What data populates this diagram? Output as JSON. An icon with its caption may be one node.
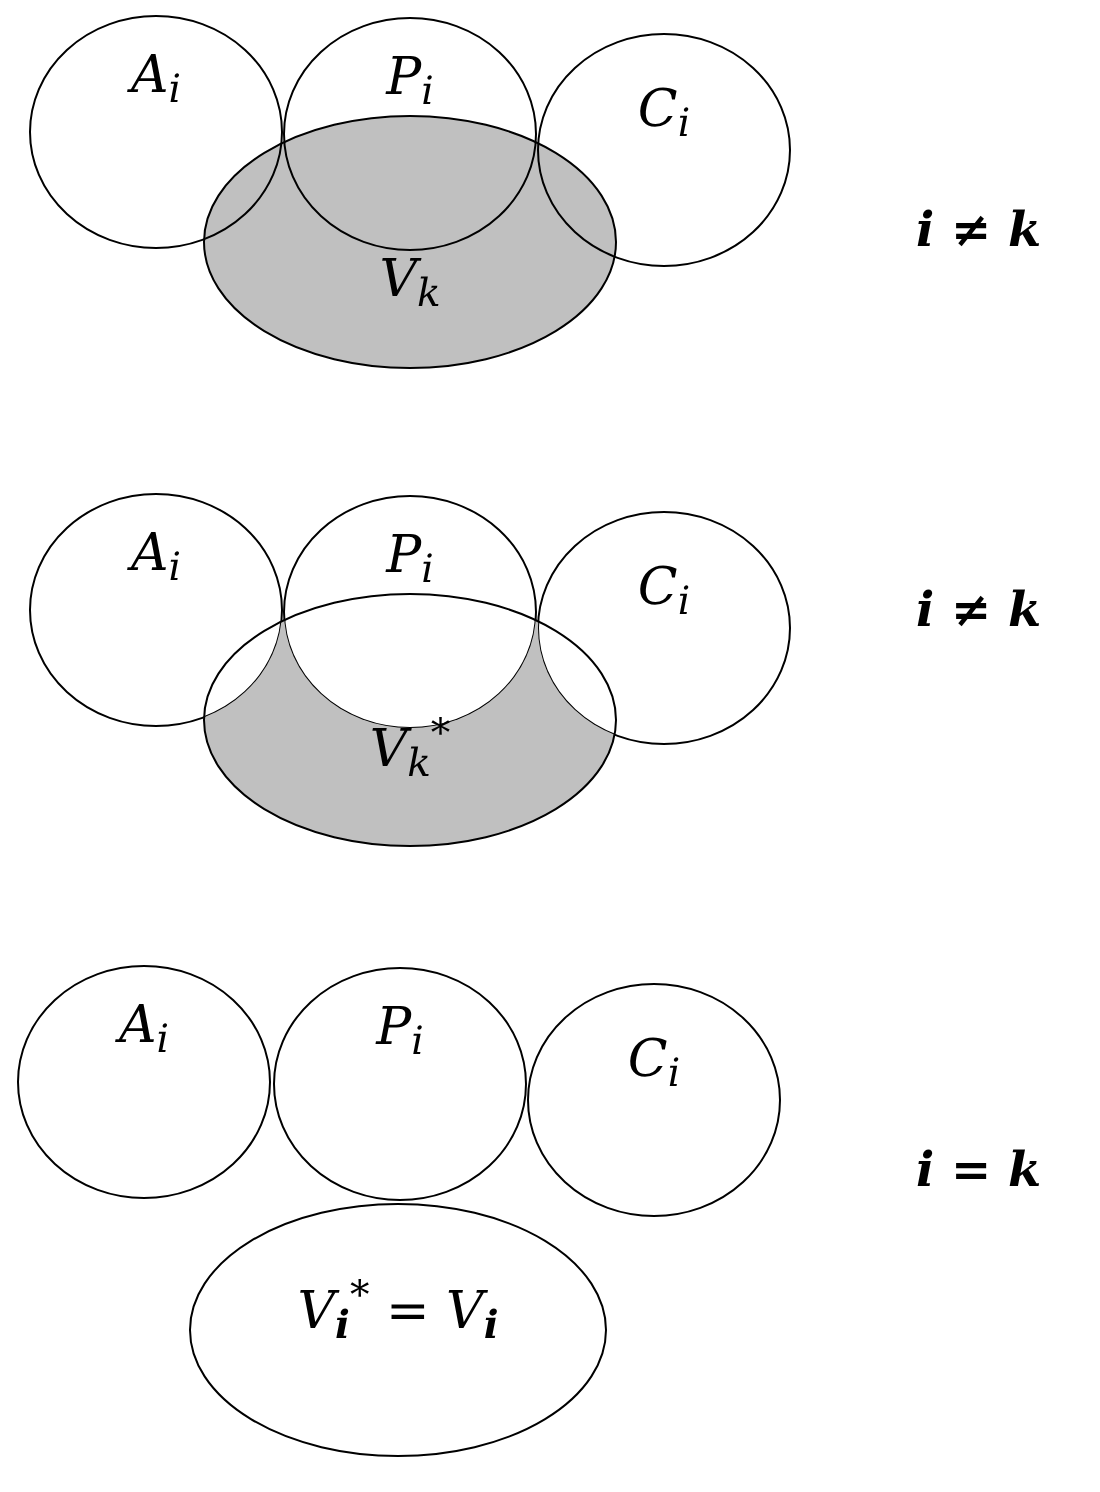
{
  "diagram": {
    "nodes": [
      {
        "text": [
          "A$_{i}$"
        ]
      },
      {
        "text": [
          "P$_{i}$"
        ]
      },
      {
        "text": [
          "C$_{i}$"
        ]
      },
      {
        "text": [
          "V$_{k}$"
        ]
      },
      {
        "text": [
          "A$_{i}$"
        ]
      },
      {
        "text": [
          "P$_{i}$"
        ]
      },
      {
        "text": [
          "C$_{i}$"
        ]
      },
      {
        "text": [
          "V$_{k}$$^{*}$"
        ]
      },
      {
        "text": [
          "A$_{i}$"
        ]
      },
      {
        "text": [
          "P$_{i}$"
        ]
      },
      {
        "text": [
          "C$_{i}$"
        ]
      },
      {
        "text": [
          "V$_{i}$$^{*}$ = V$_{i}$"
        ]
      }
    ],
    "labels": [
      "i ≠ k",
      "i ≠ k",
      "i = k"
    ]
  }
}
